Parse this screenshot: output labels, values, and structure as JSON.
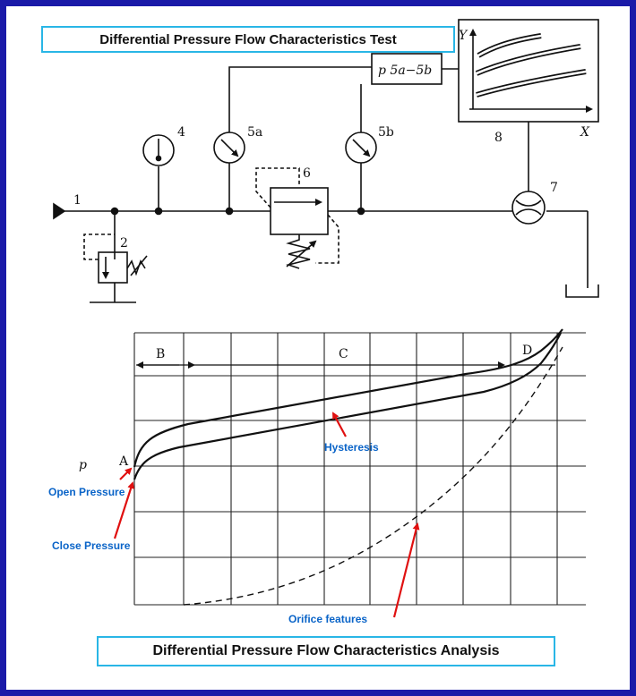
{
  "titles": {
    "top": "Differential Pressure Flow Characteristics Test",
    "bottom": "Differential Pressure Flow Characteristics Analysis"
  },
  "circuit": {
    "labels": {
      "port": "1",
      "relief_valve": "2",
      "gauge": "4",
      "gauge_a": "5a",
      "gauge_b": "5b",
      "test_valve": "6",
      "flow_meter": "7",
      "recorder": "8",
      "differential": "p 5a−5b",
      "axis_y": "Y",
      "axis_x": "X"
    }
  },
  "graph": {
    "regions": {
      "b": "B",
      "c": "C",
      "d": "D"
    },
    "point_a": "A",
    "axis_p": "p",
    "annotations": {
      "hysteresis": "Hysteresis",
      "open_pressure": "Open Pressure",
      "close_pressure": "Close Pressure",
      "orifice": "Orifice features"
    },
    "colors": {
      "annotation_text": "#0a64c8",
      "arrow": "#e01010"
    }
  },
  "colors": {
    "frame": "#1a1aa8",
    "title_border": "#29b6e6"
  }
}
